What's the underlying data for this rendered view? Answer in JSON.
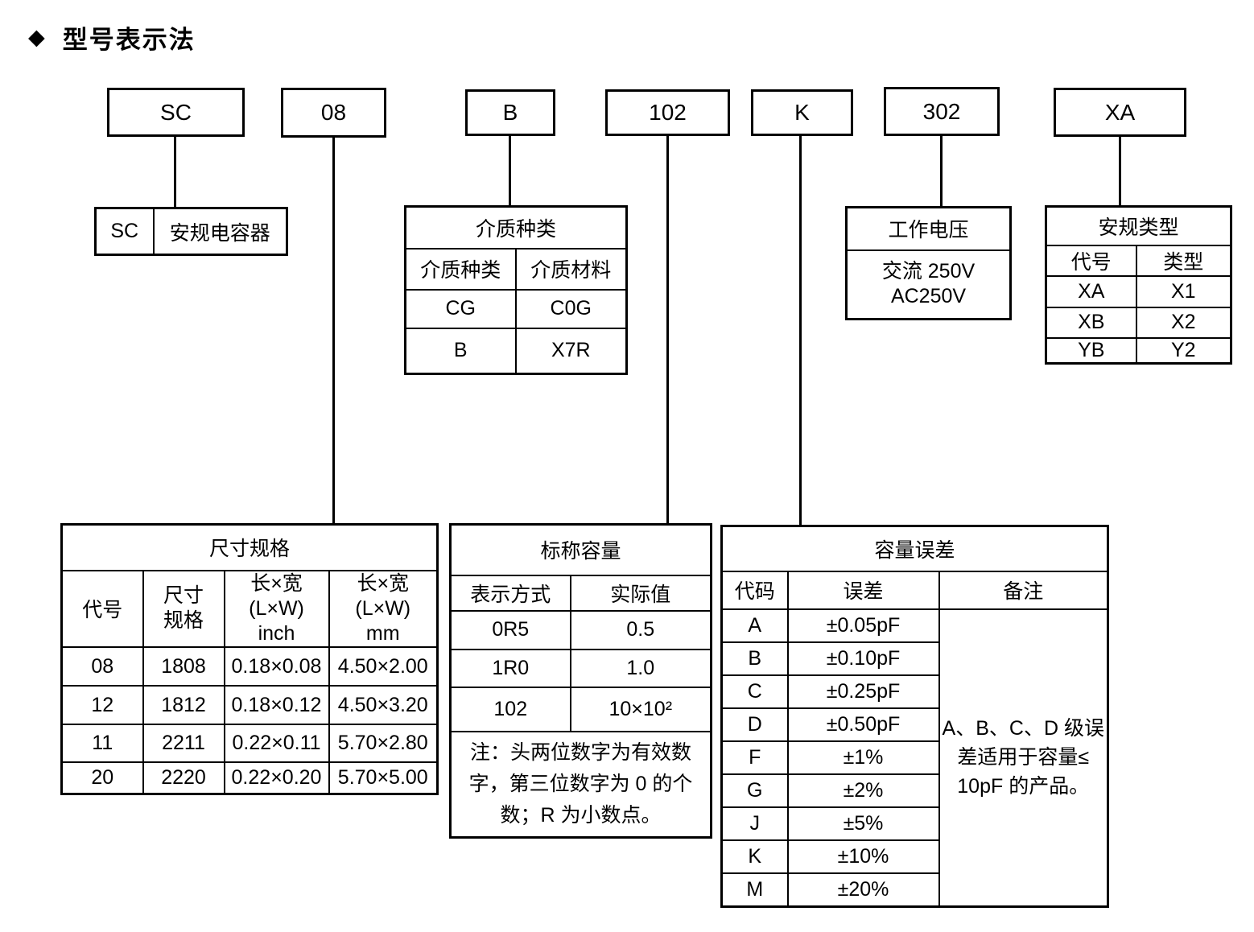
{
  "title": {
    "bullet": "◆",
    "text": "型号表示法"
  },
  "code_boxes": [
    {
      "label": "SC"
    },
    {
      "label": "08"
    },
    {
      "label": "B"
    },
    {
      "label": "102"
    },
    {
      "label": "K"
    },
    {
      "label": "302"
    },
    {
      "label": "XA"
    }
  ],
  "sc_table": {
    "code": "SC",
    "meaning": "安规电容器"
  },
  "dielectric_table": {
    "title": "介质种类",
    "headers": [
      "介质种类",
      "介质材料"
    ],
    "rows": [
      [
        "CG",
        "C0G"
      ],
      [
        "B",
        "X7R"
      ]
    ]
  },
  "voltage_table": {
    "title": "工作电压",
    "value": "交流 250V\nAC250V"
  },
  "safety_table": {
    "title": "安规类型",
    "headers": [
      "代号",
      "类型"
    ],
    "rows": [
      [
        "XA",
        "X1"
      ],
      [
        "XB",
        "X2"
      ],
      [
        "YB",
        "Y2"
      ]
    ]
  },
  "size_table": {
    "title": "尺寸规格",
    "headers": [
      "代号",
      "尺寸\n规格",
      "长×宽\n(L×W)\ninch",
      "长×宽\n(L×W)\nmm"
    ],
    "rows": [
      [
        "08",
        "1808",
        "0.18×0.08",
        "4.50×2.00"
      ],
      [
        "12",
        "1812",
        "0.18×0.12",
        "4.50×3.20"
      ],
      [
        "11",
        "2211",
        "0.22×0.11",
        "5.70×2.80"
      ],
      [
        "20",
        "2220",
        "0.22×0.20",
        "5.70×5.00"
      ]
    ]
  },
  "capacity_table": {
    "title": "标称容量",
    "headers": [
      "表示方式",
      "实际值"
    ],
    "rows": [
      [
        "0R5",
        "0.5"
      ],
      [
        "1R0",
        "1.0"
      ],
      [
        "102",
        "10×10²"
      ]
    ],
    "note": "注：头两位数字为有效数\n字，第三位数字为 0 的个\n数；R 为小数点。"
  },
  "tolerance_table": {
    "title": "容量误差",
    "headers": [
      "代码",
      "误差",
      "备注"
    ],
    "rows": [
      [
        "A",
        "±0.05pF"
      ],
      [
        "B",
        "±0.10pF"
      ],
      [
        "C",
        "±0.25pF"
      ],
      [
        "D",
        "±0.50pF"
      ],
      [
        "F",
        "±1%"
      ],
      [
        "G",
        "±2%"
      ],
      [
        "J",
        "±5%"
      ],
      [
        "K",
        "±10%"
      ],
      [
        "M",
        "±20%"
      ]
    ],
    "remark": "A、B、C、D 级误\n差适用于容量≤\n10pF 的产品。"
  }
}
